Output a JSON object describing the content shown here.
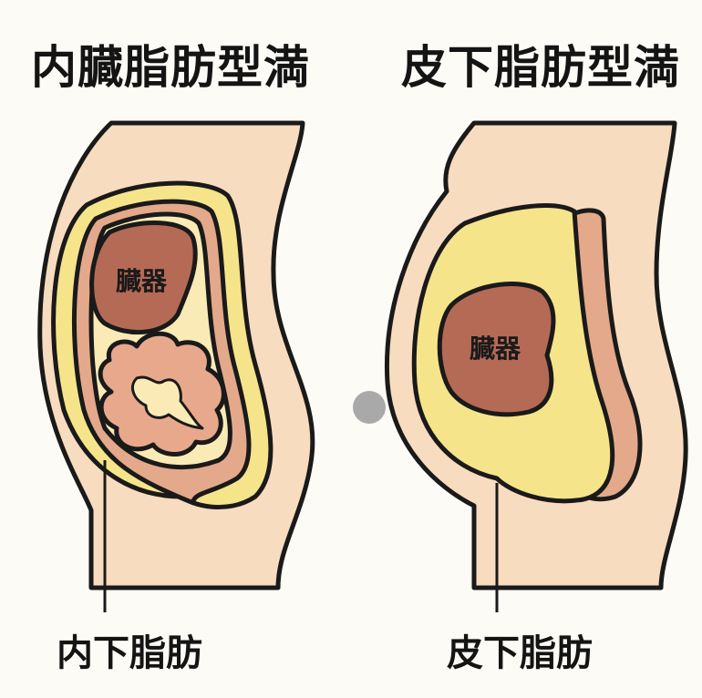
{
  "titles": {
    "left": "内臓脂肪型満",
    "right": "皮下脂肪型満"
  },
  "organ_labels": {
    "left": "臓器",
    "right": "臓器"
  },
  "bottom_labels": {
    "left": "内下脂肪",
    "right": "皮下脂肪"
  },
  "colors": {
    "background": "#fdfbf5",
    "skin": "#f8dcc0",
    "fat": "#f5e48a",
    "muscle": "#e3a98a",
    "organ": "#b56a55",
    "outline": "#1a1a1a"
  }
}
